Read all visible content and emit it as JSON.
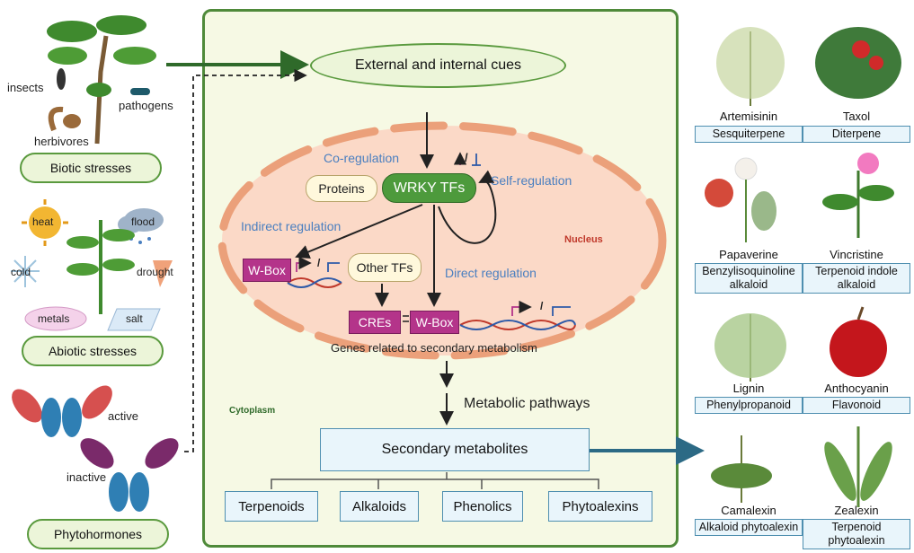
{
  "left": {
    "biotic": {
      "insects": "insects",
      "pathogens": "pathogens",
      "herbivores": "herbivores",
      "label": "Biotic stresses"
    },
    "abiotic": {
      "heat": "heat",
      "flood": "flood",
      "cold": "cold",
      "drought": "drought",
      "metals": "metals",
      "salt": "salt",
      "label": "Abiotic stresses"
    },
    "hormones": {
      "active": "active",
      "inactive": "inactive",
      "label": "Phytohormones"
    }
  },
  "center": {
    "cues": "External and internal cues",
    "co_regulation": "Co-regulation",
    "proteins": "Proteins",
    "wrky": "WRKY TFs",
    "self_symbol_sep": "/",
    "self_regulation": "Self-regulation",
    "indirect": "Indirect regulation",
    "nucleus": "Nucleus",
    "wbox1": "W-Box",
    "other_tfs": "Other TFs",
    "direct": "Direct regulation",
    "cres": "CREs",
    "wbox2": "W-Box",
    "genes": "Genes related to secondary metabolism",
    "cytoplasm": "Cytoplasm",
    "pathways": "Metabolic pathways",
    "secondary": "Secondary metabolites",
    "products": [
      "Terpenoids",
      "Alkaloids",
      "Phenolics",
      "Phytoalexins"
    ]
  },
  "right": [
    {
      "name": "Artemisinin",
      "class": "Sesquiterpene"
    },
    {
      "name": "Taxol",
      "class": "Diterpene"
    },
    {
      "name": "Papaverine",
      "class": "Benzylisoquinoline alkaloid"
    },
    {
      "name": "Vincristine",
      "class": "Terpenoid indole alkaloid"
    },
    {
      "name": "Lignin",
      "class": "Phenylpropanoid"
    },
    {
      "name": "Anthocyanin",
      "class": "Flavonoid"
    },
    {
      "name": "Camalexin",
      "class": "Alkaloid phytoalexin"
    },
    {
      "name": "Zealexin",
      "class": "Terpenoid phytoalexin"
    }
  ]
}
